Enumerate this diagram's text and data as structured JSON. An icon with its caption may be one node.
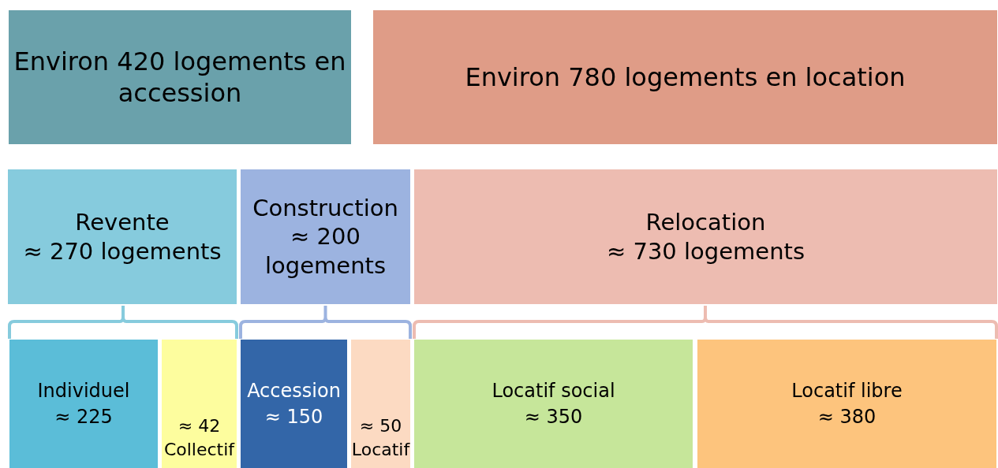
{
  "diagram": {
    "nodes": [
      {
        "text": [
          "Environ 420 logements en accession"
        ]
      },
      {
        "text": [
          "Environ 780 logements en location"
        ]
      },
      {
        "text": [
          "Revente",
          "≈ 270 logements"
        ]
      },
      {
        "text": [
          "Construction",
          "≈ 200 logements"
        ]
      },
      {
        "text": [
          "Relocation",
          "≈ 730 logements"
        ]
      },
      {
        "text": [
          "Individuel",
          "≈ 225"
        ]
      },
      {
        "text": [
          "≈ 42",
          "Collectif"
        ]
      },
      {
        "text": [
          "Accession",
          "≈ 150"
        ]
      },
      {
        "text": [
          "≈ 50",
          "Locatif"
        ]
      },
      {
        "text": [
          "Locatif social",
          "≈ 350"
        ]
      },
      {
        "text": [
          "Locatif libre",
          "≈ 380"
        ]
      }
    ]
  }
}
